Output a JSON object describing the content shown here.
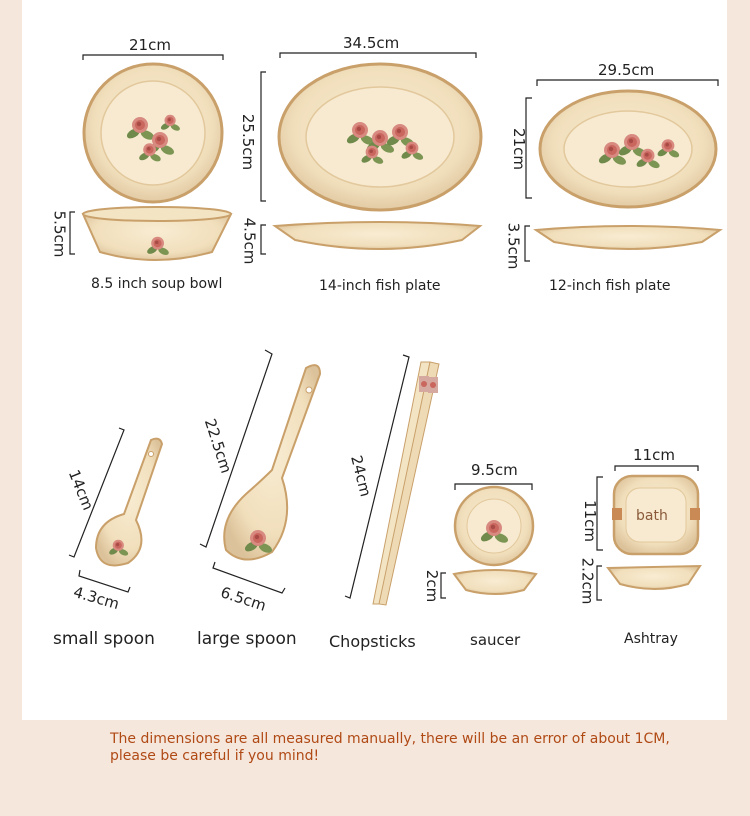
{
  "dimensions": {
    "soup_bowl_width": "21cm",
    "soup_bowl_height": "5.5cm",
    "fish14_width": "34.5cm",
    "fish14_depth": "25.5cm",
    "fish14_height": "4.5cm",
    "fish12_width": "29.5cm",
    "fish12_depth": "21cm",
    "fish12_height": "3.5cm",
    "small_spoon_length": "14cm",
    "small_spoon_width": "4.3cm",
    "large_spoon_length": "22.5cm",
    "large_spoon_width": "6.5cm",
    "chopsticks_length": "24cm",
    "saucer_width": "9.5cm",
    "saucer_height": "2cm",
    "ashtray_width": "11cm",
    "ashtray_depth": "11cm",
    "ashtray_height": "2.2cm"
  },
  "labels": {
    "soup_bowl": "8.5 inch soup bowl",
    "fish14": "14-inch fish plate",
    "fish12": "12-inch fish plate",
    "small_spoon": "small spoon",
    "large_spoon": "large spoon",
    "chopsticks": "Chopsticks",
    "saucer": "saucer",
    "ashtray": "Ashtray",
    "ashtray_text": "bath"
  },
  "note": "The dimensions are all measured manually, there will be an error of about 1CM, please be careful if you mind!",
  "colors": {
    "background": "#f6e7dd",
    "panel": "#ffffff",
    "ceramic": "#f3e4c4",
    "gold_rim": "#c9a06a",
    "rose": "#d9807a",
    "leaf": "#6f8a4a",
    "note_text": "#b04a15"
  }
}
